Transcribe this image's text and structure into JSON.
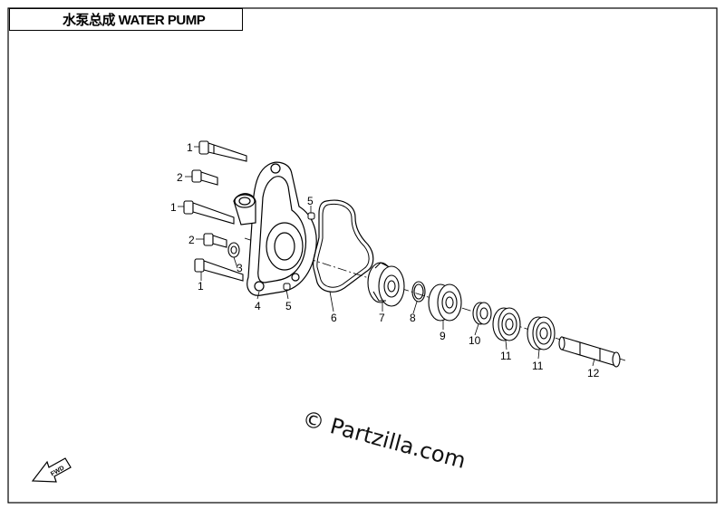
{
  "title": "水泵总成 WATER PUMP",
  "callouts": [
    "1",
    "2",
    "1",
    "2",
    "3",
    "1",
    "4",
    "5",
    "5",
    "6",
    "7",
    "8",
    "9",
    "10",
    "11",
    "11",
    "12"
  ],
  "watermark": "© Partzilla.com",
  "fwd_label": "FWD",
  "colors": {
    "line": "#000000",
    "background": "#ffffff"
  }
}
